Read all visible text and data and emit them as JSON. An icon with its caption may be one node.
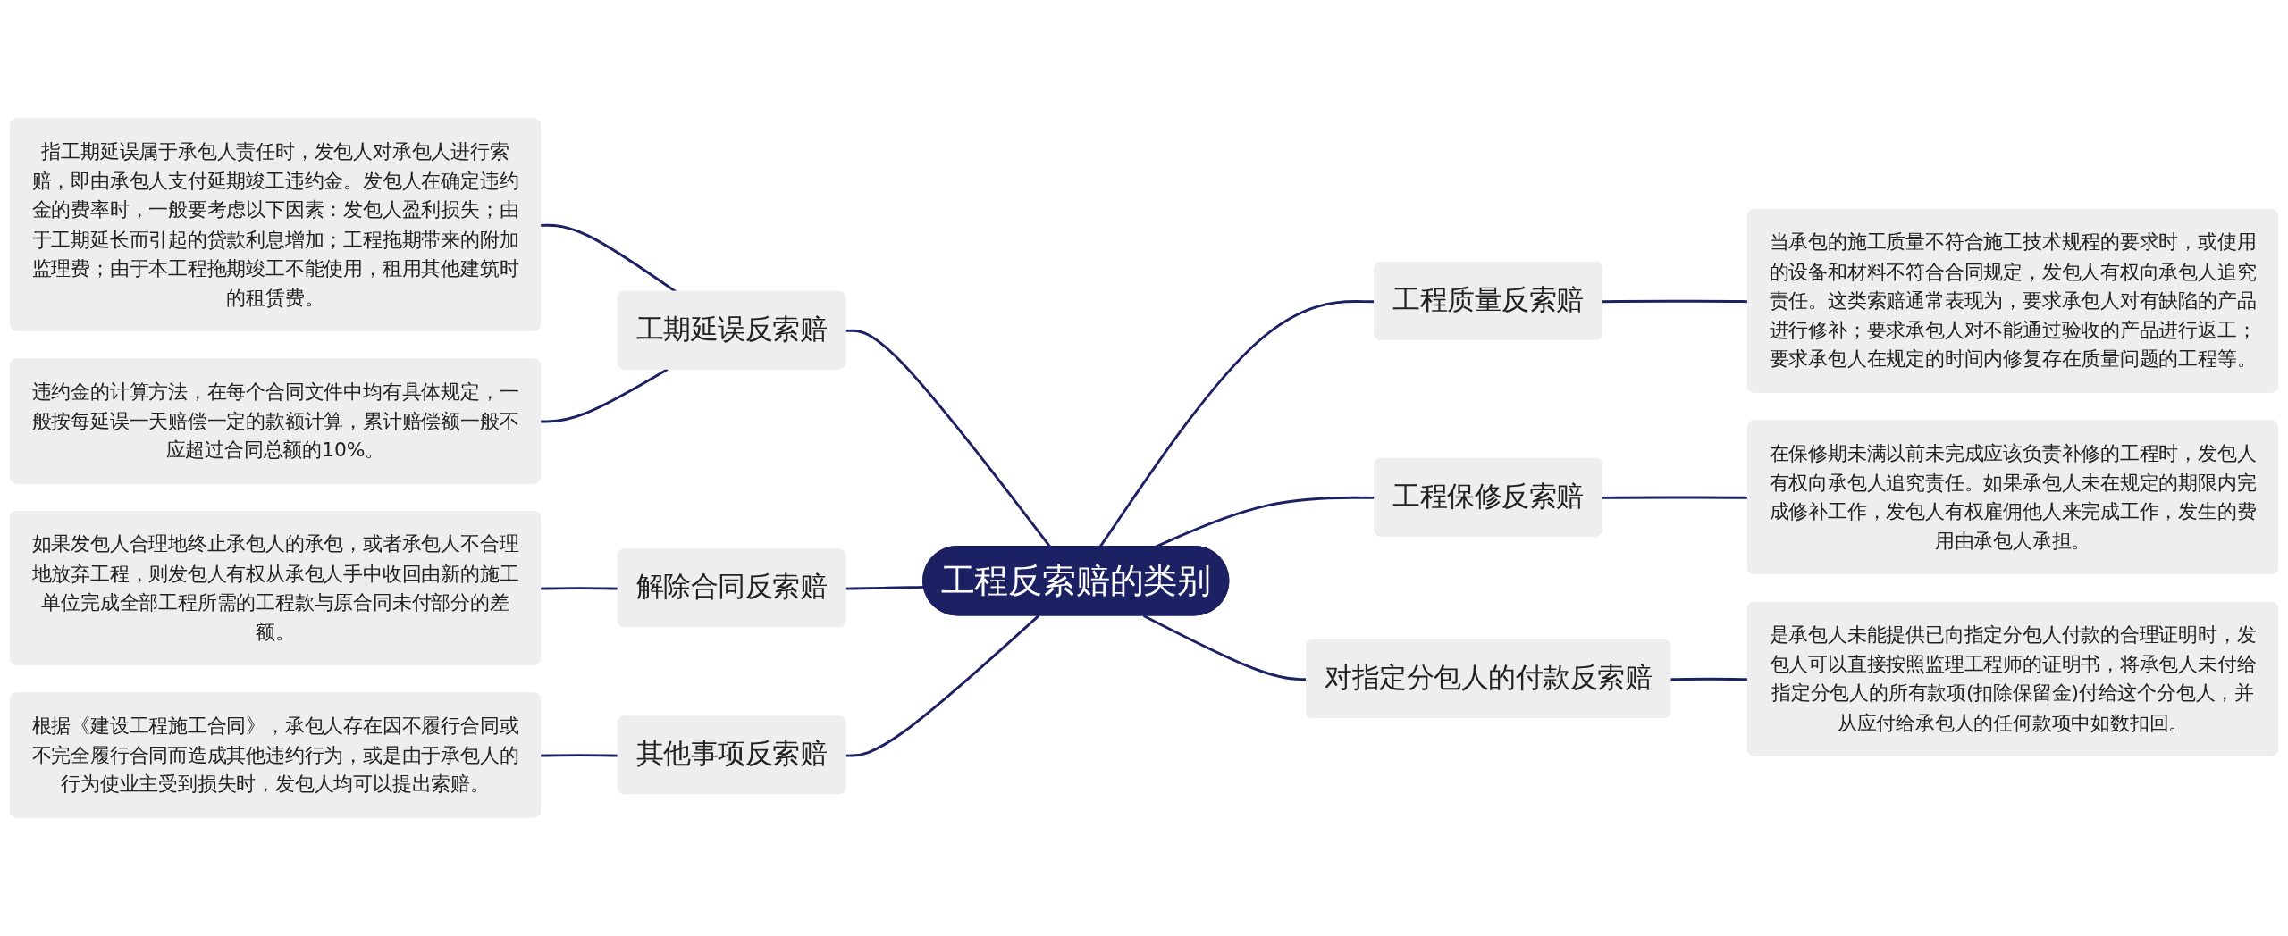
{
  "diagram": {
    "nodes": [
      {
        "text": [
          "工程反索赔的类别"
        ]
      },
      {
        "text": [
          "工期延误反索赔"
        ]
      },
      {
        "text": [
          "指工期延误属于承包人责任时，发包人对承包人进行索赔，即由承包人支付延期竣工违约金。发包人在确定违约金的费率时，一般要考虑以下因素：发包人盈利损失；由于工期延长而引起的贷款利息增加；工程拖期带来的附加监理费；由于本工程拖期竣工不能使用，租用其他建筑时的租赁费。"
        ]
      },
      {
        "text": [
          "违约金的计算方法，在每个合同文件中均有具体规定，一般按每延误一天赔偿一定的款额计算，累计赔偿额一般不应超过合同总额的10%。"
        ]
      },
      {
        "text": [
          "解除合同反索赔"
        ]
      },
      {
        "text": [
          "如果发包人合理地终止承包人的承包，或者承包人不合理地放弃工程，则发包人有权从承包人手中收回由新的施工单位完成全部工程所需的工程款与原合同未付部分的差额。"
        ]
      },
      {
        "text": [
          "其他事项反索赔"
        ]
      },
      {
        "text": [
          "根据《建设工程施工合同》，承包人存在因不履行合同或不完全履行合同而造成其他违约行为，或是由于承包人的行为使业主受到损失时，发包人均可以提出索赔。"
        ]
      },
      {
        "text": [
          "工程质量反索赔"
        ]
      },
      {
        "text": [
          "当承包的施工质量不符合施工技术规程的要求时，或使用的设备和材料不符合合同规定，发包人有权向承包人追究责任。这类索赔通常表现为，要求承包人对有缺陷的产品进行修补；要求承包人对不能通过验收的产品进行返工；要求承包人在规定的时间内修复存在质量问题的工程等。"
        ]
      },
      {
        "text": [
          "工程保修反索赔"
        ]
      },
      {
        "text": [
          "在保修期未满以前未完成应该负责补修的工程时，发包人有权向承包人追究责任。如果承包人未在规定的期限内完成修补工作，发包人有权雇佣他人来完成工作，发生的费用由承包人承担。"
        ]
      },
      {
        "text": [
          "对指定分包人的付款反索赔"
        ]
      },
      {
        "text": [
          "是承包人未能提供已向指定分包人付款的合理证明时，发包人可以直接按照监理工程师的证明书，将承包人未付给指定分包人的所有款项(扣除保留金)付给这个分包人，并从应付给承包人的任何款项中如数扣回。"
        ]
      }
    ],
    "edges": [
      {
        "from": 0,
        "to": 1,
        "arrow": "none"
      },
      {
        "from": 1,
        "to": 2,
        "arrow": "none"
      },
      {
        "from": 1,
        "to": 3,
        "arrow": "none"
      },
      {
        "from": 0,
        "to": 4,
        "arrow": "none"
      },
      {
        "from": 4,
        "to": 5,
        "arrow": "none"
      },
      {
        "from": 0,
        "to": 6,
        "arrow": "none"
      },
      {
        "from": 6,
        "to": 7,
        "arrow": "none"
      },
      {
        "from": 0,
        "to": 8,
        "arrow": "none"
      },
      {
        "from": 8,
        "to": 9,
        "arrow": "none"
      },
      {
        "from": 0,
        "to": 10,
        "arrow": "none"
      },
      {
        "from": 10,
        "to": 11,
        "arrow": "none"
      },
      {
        "from": 0,
        "to": 12,
        "arrow": "none"
      },
      {
        "from": 12,
        "to": 13,
        "arrow": "none"
      }
    ]
  }
}
